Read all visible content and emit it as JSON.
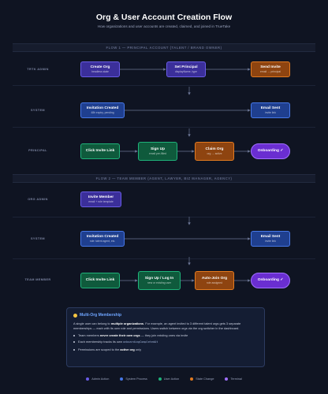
{
  "header": {
    "title": "Org & User Account Creation Flow",
    "subtitle": "How organizations and user accounts are created, claimed, and joined in TrueTake"
  },
  "flow1": {
    "label": "FLOW 1 — PRINCIPAL ACCOUNT (TALENT / BRAND OWNER)",
    "lanes": {
      "admin": "TRTK ADMIN",
      "system": "SYSTEM",
      "principal": "PRINCIPAL"
    },
    "nodes": {
      "create_org": {
        "title": "Create Org",
        "sub": "headless state"
      },
      "set_principal": {
        "title": "Set Principal",
        "sub": "displayName, type"
      },
      "send_invite": {
        "title": "Send Invite",
        "sub": "email → principal"
      },
      "invitation_created": {
        "title": "Invitation Created",
        "sub": "48h expiry, pending"
      },
      "email_sent": {
        "title": "Email Sent",
        "sub": "invite link"
      },
      "click_invite": {
        "title": "Click Invite Link",
        "sub": ""
      },
      "sign_up": {
        "title": "Sign Up",
        "sub": "email pre-filled"
      },
      "claim_org": {
        "title": "Claim Org",
        "sub": "org → active"
      },
      "onboarding": {
        "title": "Onboarding ✓",
        "sub": ""
      }
    }
  },
  "flow2": {
    "label": "FLOW 2 — TEAM MEMBER (AGENT, LAWYER, BIZ MANAGER, AGENCY)",
    "lanes": {
      "admin": "ORG ADMIN",
      "system": "SYSTEM",
      "member": "TEAM MEMBER"
    },
    "nodes": {
      "invite_member": {
        "title": "Invite Member",
        "sub": "email + role template"
      },
      "invitation_created": {
        "title": "Invitation Created",
        "sub": "role: talent agent, etc."
      },
      "email_sent": {
        "title": "Email Sent",
        "sub": "invite link"
      },
      "click_invite": {
        "title": "Click Invite Link",
        "sub": ""
      },
      "sign_up_login": {
        "title": "Sign Up / Log In",
        "sub": "new or existing user"
      },
      "auto_join": {
        "title": "Auto-Join Org",
        "sub": "role assigned"
      },
      "onboarding": {
        "title": "Onboarding ✓",
        "sub": ""
      }
    }
  },
  "info": {
    "title": "Multi-Org Membership",
    "text_1": "A single user can belong to ",
    "text_bold": "multiple organizations",
    "text_2": ". For example, an agent invited to 3 different talent orgs gets 3 separate memberships — each with its own role and permissions. Users switch between orgs via the org switcher in the dashboard.",
    "b1_1": "Team members ",
    "b1_bold": "never create their own orgs",
    "b1_2": " — they join existing ones via invite",
    "b2_1": "Each membership tracks its own ",
    "b2_code": "onboardingCompletedAt",
    "b3_1": "Permissions are scoped to the ",
    "b3_bold": "active org",
    "b3_2": " only"
  },
  "legend": [
    {
      "label": "Admin Action",
      "color": "#6a5ce8"
    },
    {
      "label": "System Process",
      "color": "#4678e8"
    },
    {
      "label": "User Action",
      "color": "#1fb37a"
    },
    {
      "label": "State Change",
      "color": "#e27a20"
    },
    {
      "label": "Terminal",
      "color": "#a070ff"
    }
  ]
}
